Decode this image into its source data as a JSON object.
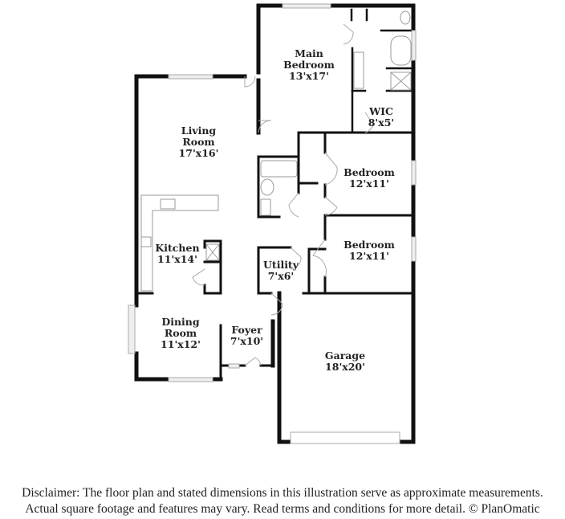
{
  "floorplan": {
    "rooms": [
      {
        "id": "main-bedroom",
        "name": "Main\nBedroom",
        "name_line1": "Main",
        "name_line2": "Bedroom",
        "dims": "13'x17'"
      },
      {
        "id": "wic",
        "name_line1": "WIC",
        "dims": "8'x5'"
      },
      {
        "id": "living-room",
        "name_line1": "Living",
        "name_line2": "Room",
        "dims": "17'x16'"
      },
      {
        "id": "bedroom-1",
        "name_line1": "Bedroom",
        "dims": "12'x11'"
      },
      {
        "id": "bedroom-2",
        "name_line1": "Bedroom",
        "dims": "12'x11'"
      },
      {
        "id": "kitchen",
        "name_line1": "Kitchen",
        "dims": "11'x14'"
      },
      {
        "id": "utility",
        "name_line1": "Utility",
        "dims": "7'x6'"
      },
      {
        "id": "dining-room",
        "name_line1": "Dining",
        "name_line2": "Room",
        "dims": "11'x12'"
      },
      {
        "id": "foyer",
        "name_line1": "Foyer",
        "dims": "7'x10'"
      },
      {
        "id": "garage",
        "name_line1": "Garage",
        "dims": "18'x20'"
      }
    ],
    "colors": {
      "wall": "#111111",
      "window": "#bbbbbb",
      "fixture": "#999999",
      "background": "#ffffff"
    }
  },
  "disclaimer": {
    "line1": "Disclaimer: The floor plan and stated dimensions in this illustration serve as approximate measurements.",
    "line2": "Actual square footage and features may vary. Read terms and conditions for more detail. © PlanOmatic"
  }
}
